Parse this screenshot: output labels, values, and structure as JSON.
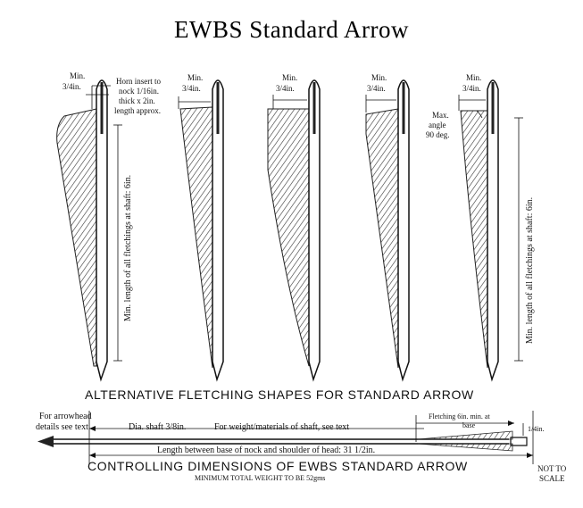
{
  "title": "EWBS Standard Arrow",
  "fletching": {
    "min_label": "Min.",
    "min_value": "3/4in.",
    "horn_note": [
      "Horn insert to",
      "nock 1/16in.",
      "thick x 2in.",
      "length approx."
    ],
    "min_length_note": "Min. length of all fletchings at shaft: 6in.",
    "max_angle": [
      "Max.",
      "angle",
      "90 deg."
    ],
    "caption": "ALTERNATIVE FLETCHING SHAPES FOR STANDARD ARROW"
  },
  "dimensions": {
    "arrowhead_note": [
      "For arrowhead",
      "details see text"
    ],
    "shaft_dia": "Dia. shaft 3/8in.",
    "weight_note": "For weight/materials of shaft, see text",
    "fletching_min": [
      "Fletching 6in. min. at",
      "base"
    ],
    "quarter_in": "1/4in.",
    "length_note": "Length between base of nock and shoulder of head: 31 1/2in.",
    "caption": "CONTROLLING DIMENSIONS OF EWBS STANDARD ARROW",
    "min_weight": "MINIMUM TOTAL WEIGHT TO BE 52gms",
    "not_to_scale": [
      "NOT TO",
      "SCALE"
    ]
  }
}
